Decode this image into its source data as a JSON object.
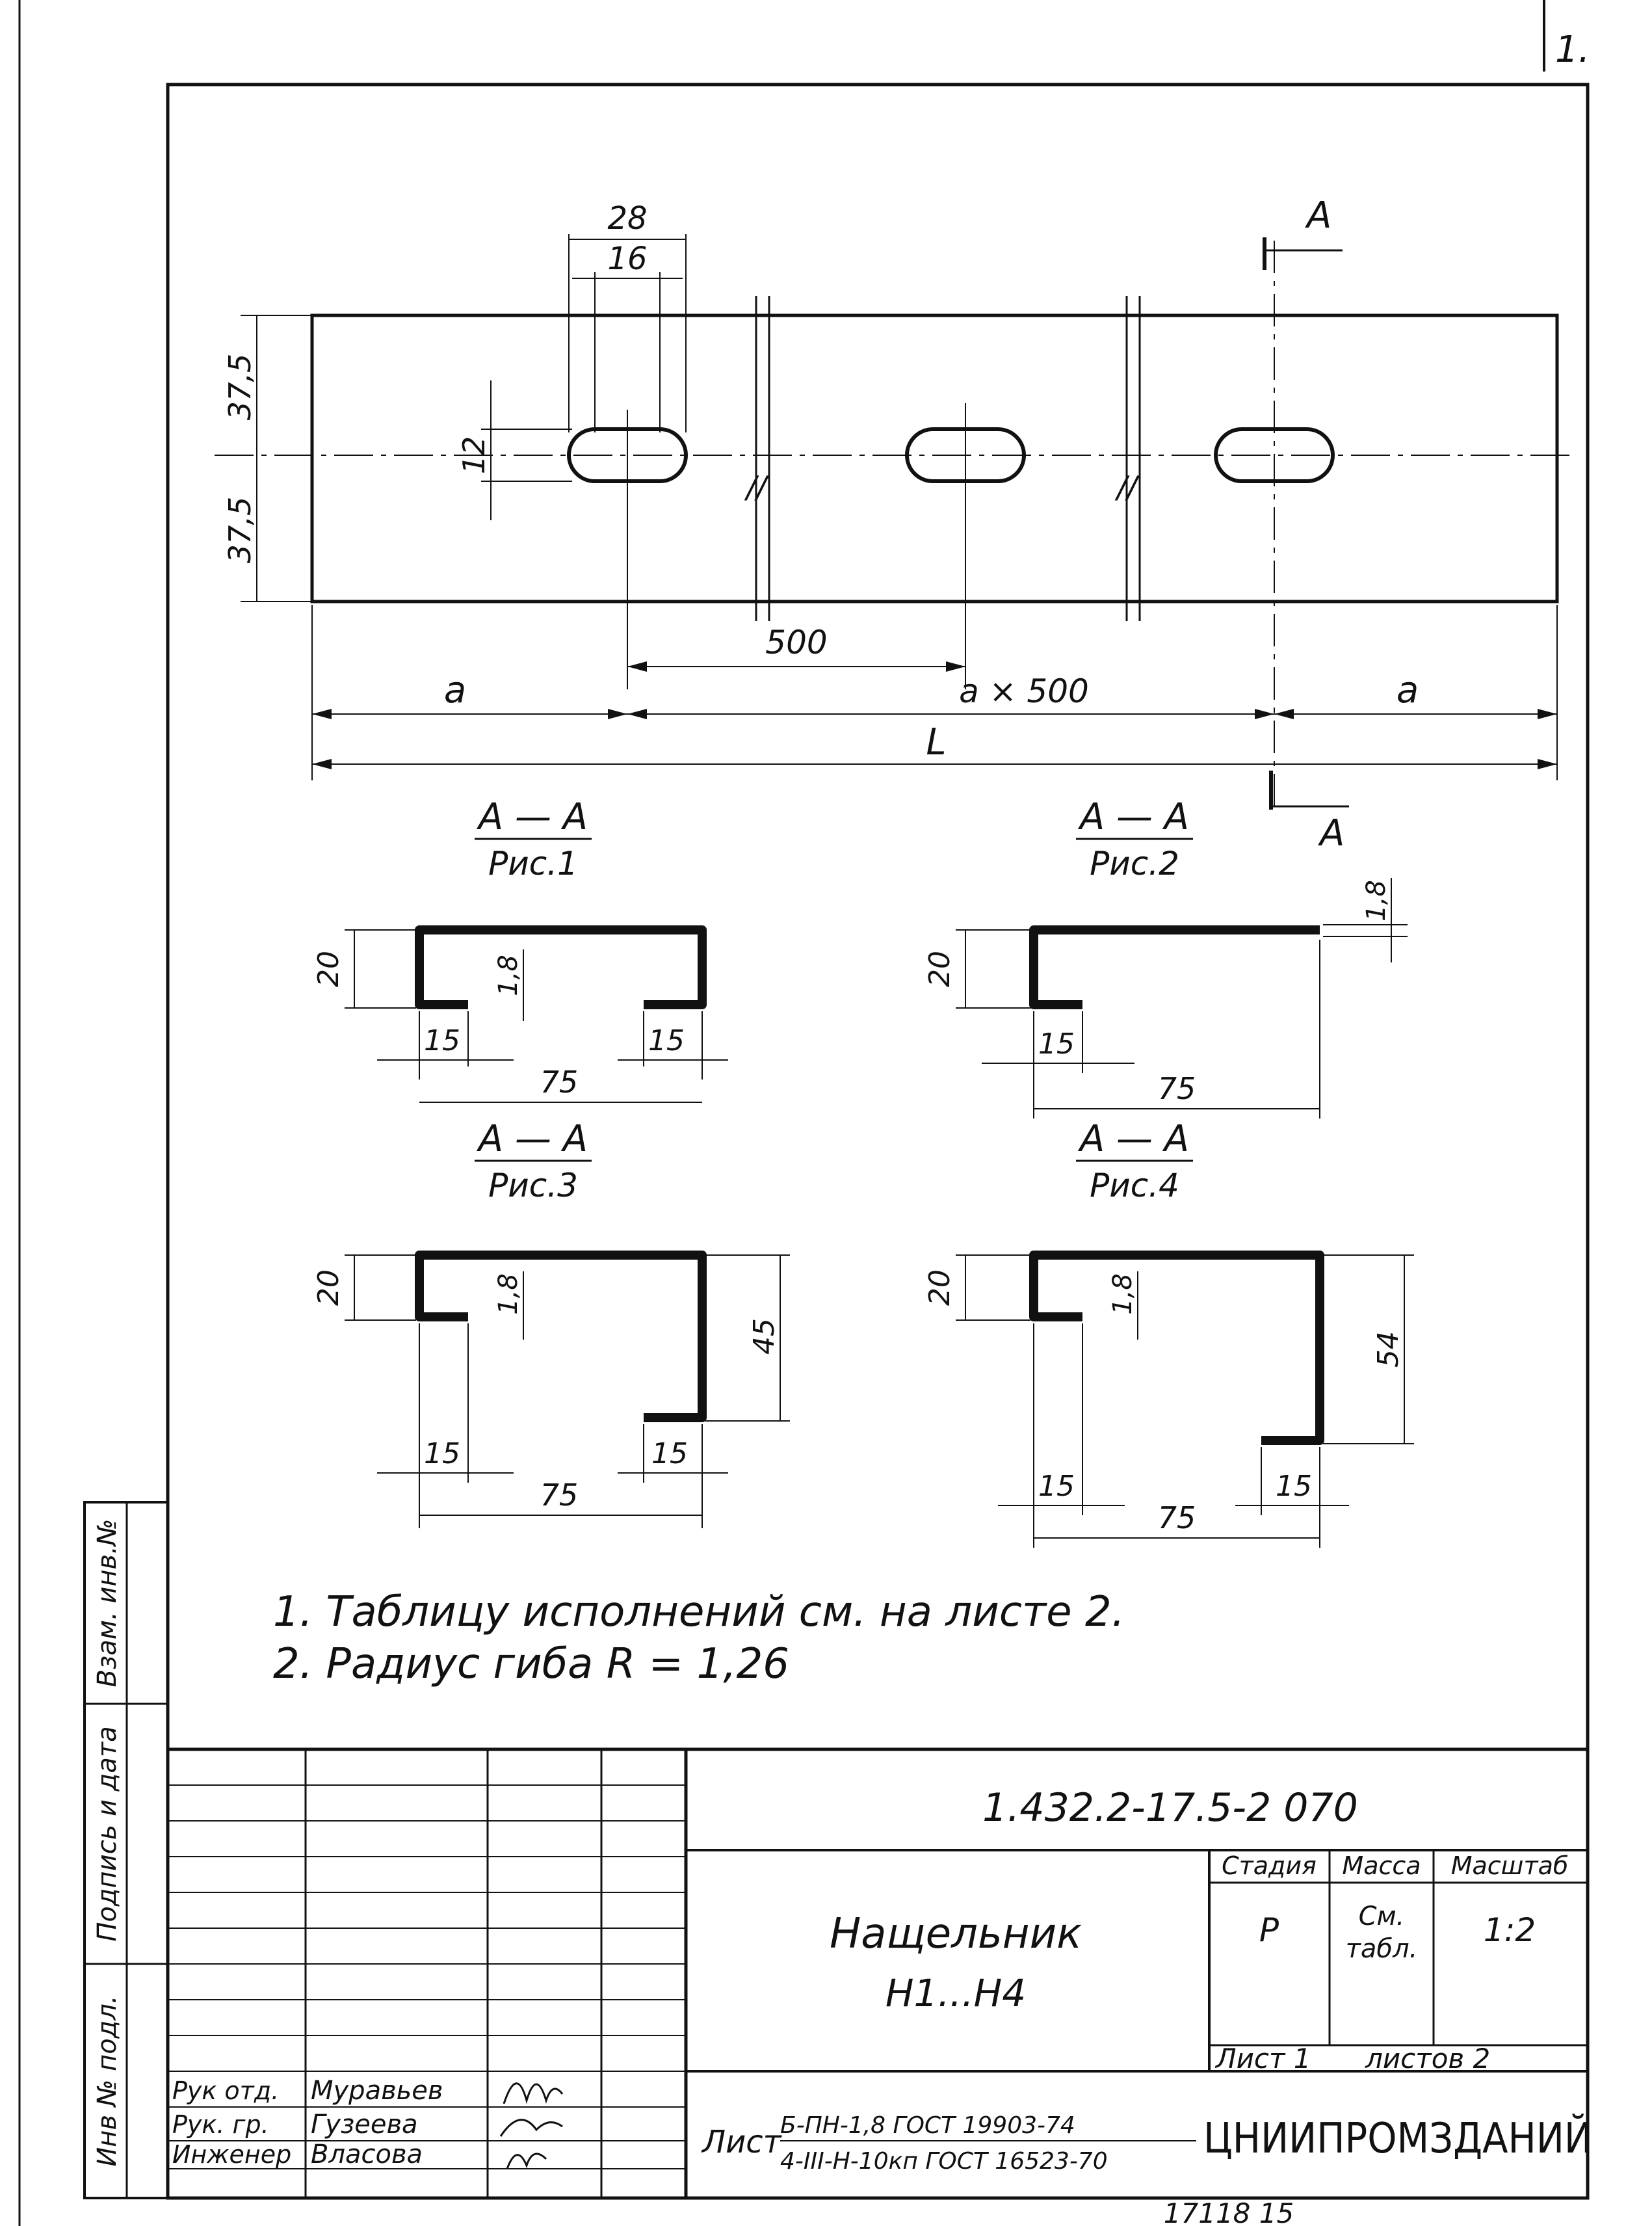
{
  "sheet_number": "1.",
  "plan": {
    "dimensions": {
      "slot_outer_width": "28",
      "slot_inner_width": "16",
      "half_width_top": "37,5",
      "half_width_bottom": "37,5",
      "slot_height": "12",
      "pitch": "500",
      "end_left": "a",
      "middle": "a × 500",
      "end_right": "a",
      "total_length": "L"
    },
    "section_marker": "A"
  },
  "sections": [
    {
      "label": "A — A",
      "fig": "Рис.1",
      "dims": {
        "height": "20",
        "thickness": "1,8",
        "lip_left": "15",
        "lip_right": "15",
        "width": "75"
      }
    },
    {
      "label": "A — A",
      "fig": "Рис.2",
      "dims": {
        "height": "20",
        "thickness": "1,8",
        "lip_left": "15",
        "width": "75"
      }
    },
    {
      "label": "A — A",
      "fig": "Рис.3",
      "dims": {
        "height": "20",
        "thickness": "1,8",
        "lip_left": "15",
        "lip_right": "15",
        "width": "75",
        "depth": "45"
      }
    },
    {
      "label": "A — A",
      "fig": "Рис.4",
      "dims": {
        "height": "20",
        "thickness": "1,8",
        "lip_left": "15",
        "lip_right": "15",
        "width": "75",
        "depth": "54"
      }
    }
  ],
  "notes": [
    "1. Таблицу исполнений см. на листе 2.",
    "2. Радиус гиба R = 1,26"
  ],
  "title_block": {
    "doc_code": "1.432.2-17.5-2  070",
    "title_line1": "Нащельник",
    "title_line2": "Н1...Н4",
    "stage_header": "Стадия",
    "mass_header": "Масса",
    "scale_header": "Масштаб",
    "stage_value": "Р",
    "mass_value_line1": "См.",
    "mass_value_line2": "табл.",
    "scale_value": "1:2",
    "sheet": "Лист 1",
    "sheets_total": "листов 2",
    "material_prefix": "Лист",
    "material_line1": "Б-ПН-1,8 ГОСТ 19903-74",
    "material_line2": "4-III-Н-10кп ГОСТ 16523-70",
    "organization": "ЦНИИПРОМЗДАНИЙ",
    "roles": [
      {
        "role": "Рук отд.",
        "name": "Муравьев"
      },
      {
        "role": "Рук. гр.",
        "name": "Гузеева"
      },
      {
        "role": "Инженер",
        "name": "Власова"
      }
    ]
  },
  "side_labels": {
    "inv_orig": "Инв № подл.",
    "sign_date": "Подпись и дата",
    "replace_inv": "Взам. инв.№"
  },
  "inventory_number": "17118 15"
}
